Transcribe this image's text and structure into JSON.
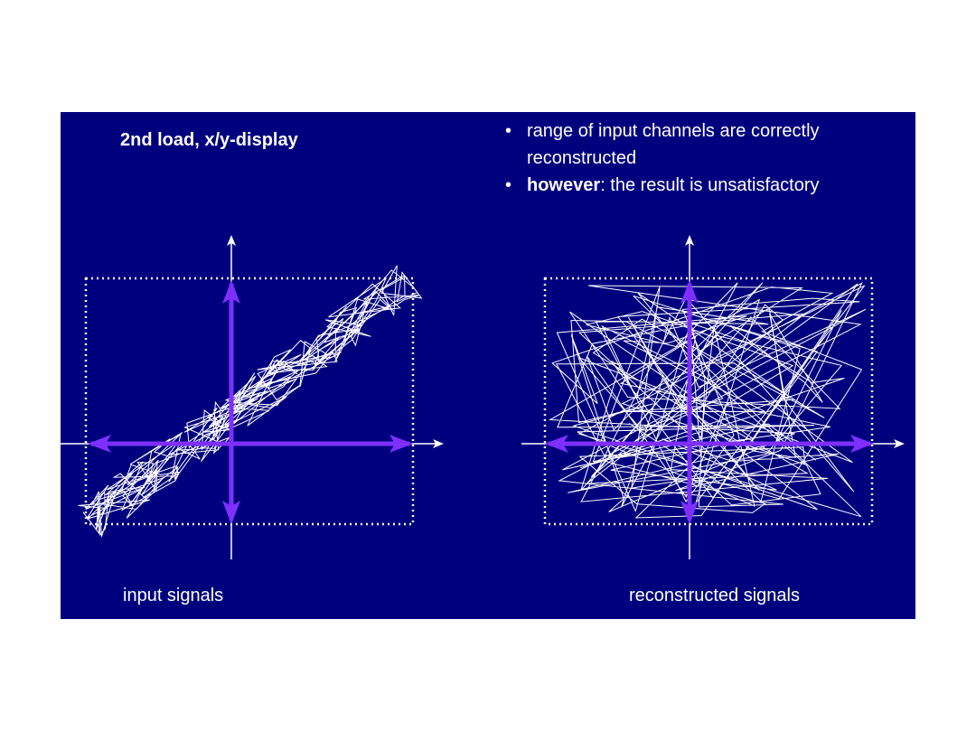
{
  "slide": {
    "title": "2nd load, x/y-display",
    "bullets": [
      {
        "bullet": "•",
        "bold": "",
        "text": "range of input channels are correctly reconstructed"
      },
      {
        "bullet": "•",
        "bold": "however",
        "text": ": the result is unsatisfactory"
      }
    ],
    "captions": {
      "left": "input  signals",
      "right": "reconstructed signals"
    }
  },
  "colors": {
    "background": "#00007f",
    "axis": "#ffffff",
    "arrow": "#7f2fff",
    "trace": "#ffffff"
  }
}
